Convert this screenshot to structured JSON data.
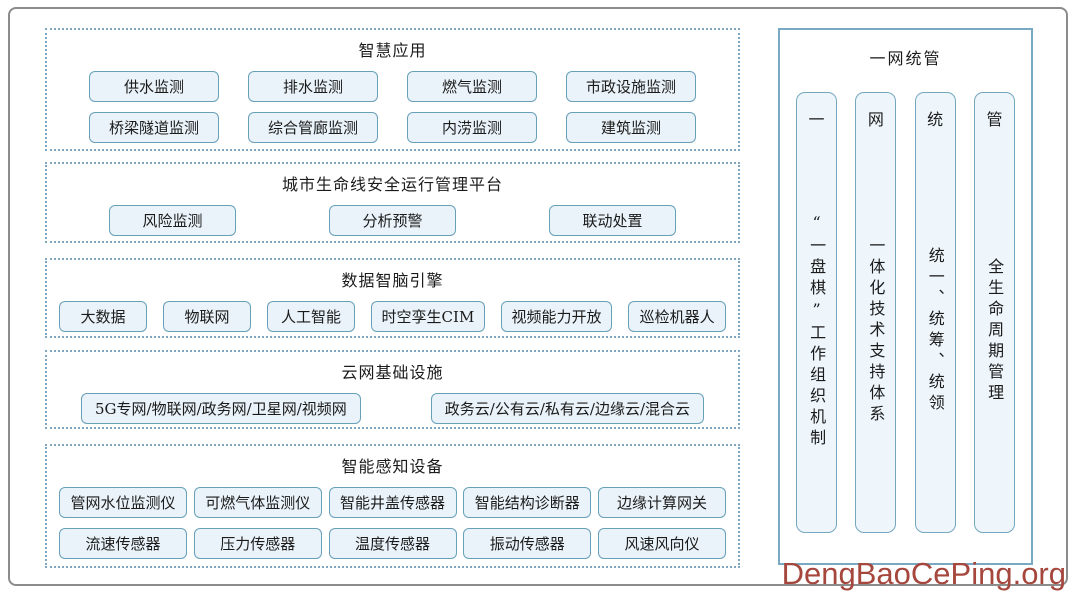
{
  "colors": {
    "outer_border": "#8c8c8c",
    "dashed_border": "#7ea8c2",
    "box_border": "#68a0b8",
    "box_fill": "#eaf3fa",
    "panel_border": "#79a9c2",
    "text": "#1b1b1b",
    "watermark": "#a6473e"
  },
  "sections": [
    {
      "title": "智慧应用",
      "rows": [
        [
          "供水监测",
          "排水监测",
          "燃气监测",
          "市政设施监测"
        ],
        [
          "桥梁隧道监测",
          "综合管廊监测",
          "内涝监测",
          "建筑监测"
        ]
      ]
    },
    {
      "title": "城市生命线安全运行管理平台",
      "rows": [
        [
          "风险监测",
          "分析预警",
          "联动处置"
        ]
      ]
    },
    {
      "title": "数据智脑引擎",
      "rows": [
        [
          "大数据",
          "物联网",
          "人工智能",
          "时空孪生CIM",
          "视频能力开放",
          "巡检机器人"
        ]
      ]
    },
    {
      "title": "云网基础设施",
      "rows": [
        [
          "5G专网/物联网/政务网/卫星网/视频网",
          "政务云/公有云/私有云/边缘云/混合云"
        ]
      ]
    },
    {
      "title": "智能感知设备",
      "rows": [
        [
          "管网水位监测仪",
          "可燃气体监测仪",
          "智能井盖传感器",
          "智能结构诊断器",
          "边缘计算网关"
        ],
        [
          "流速传感器",
          "压力传感器",
          "温度传感器",
          "振动传感器",
          "风速风向仪"
        ]
      ]
    }
  ],
  "right_panel": {
    "title": "一网统管",
    "pillars": [
      {
        "head": "一",
        "body": "“一盘棋”工作组织机制"
      },
      {
        "head": "网",
        "body": "一体化技术支持体系"
      },
      {
        "head": "统",
        "body": "统一、统筹、统领"
      },
      {
        "head": "管",
        "body": "全生命周期管理"
      }
    ]
  },
  "watermark": "DengBaoCePing.org"
}
